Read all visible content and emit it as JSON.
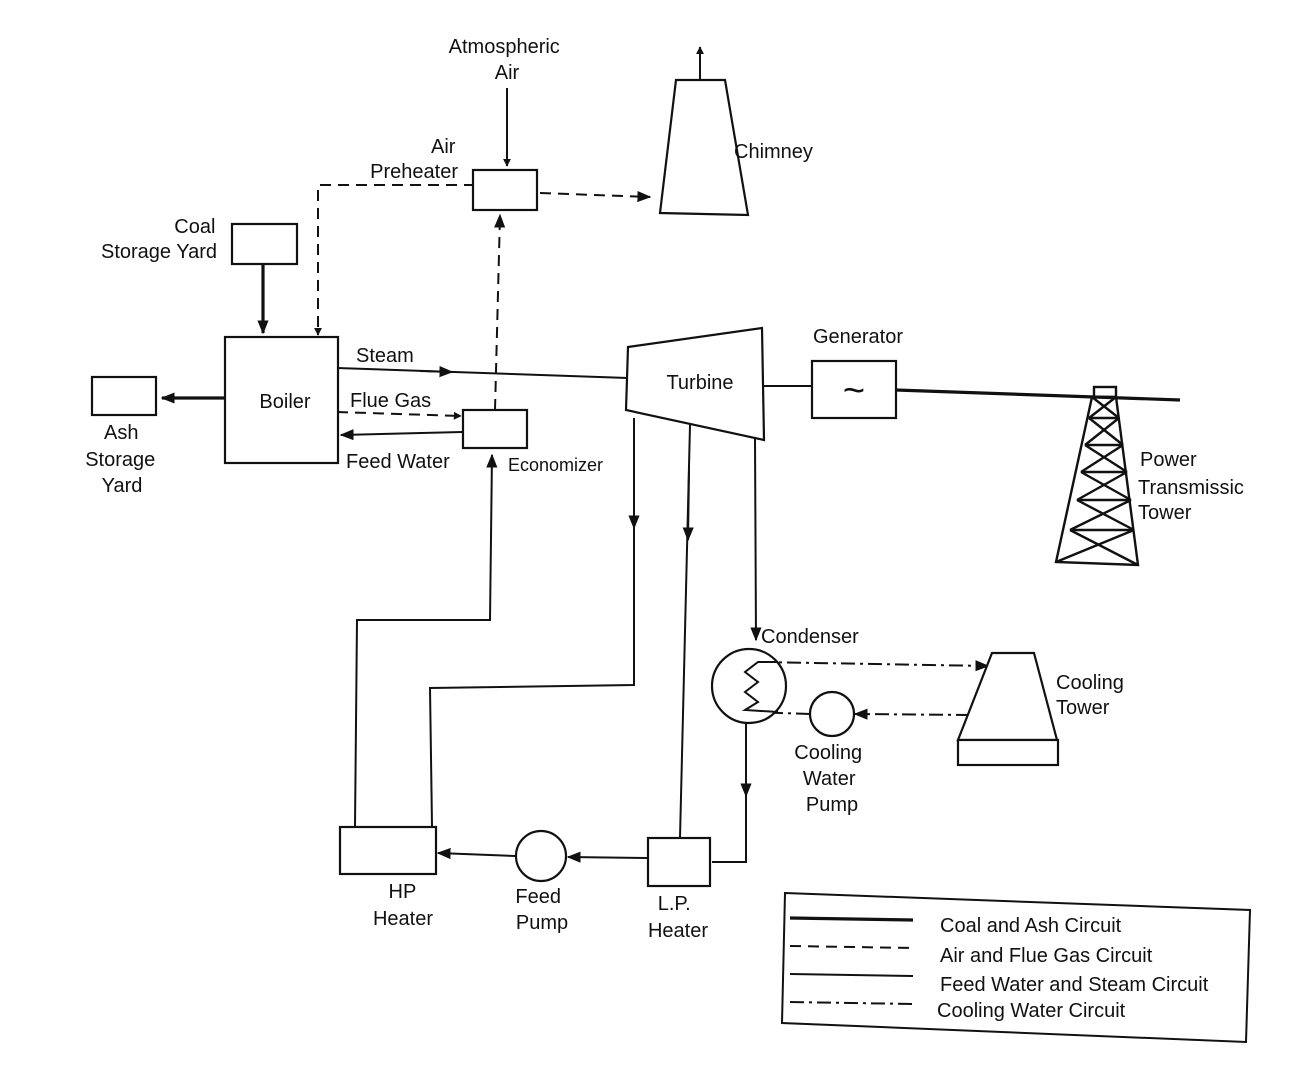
{
  "labels": {
    "atmospheric_air": [
      "Atmospheric",
      "Air"
    ],
    "air_preheater": [
      "Air",
      "Preheater"
    ],
    "chimney": "Chimney",
    "coal_storage_yard": [
      "Coal",
      "Storage Yard"
    ],
    "boiler": "Boiler",
    "ash_storage_yard": [
      "Ash",
      "Storage",
      "Yard"
    ],
    "steam": "Steam",
    "flue_gas": "Flue Gas",
    "feed_water": "Feed Water",
    "economizer": "Economizer",
    "turbine": "Turbine",
    "generator": "Generator",
    "generator_symbol": "~",
    "power_transmission_tower": [
      "Power",
      "Transmissic",
      "Tower"
    ],
    "condenser": "Condenser",
    "cooling_tower": [
      "Cooling",
      "Tower"
    ],
    "cooling_water_pump": [
      "Cooling",
      "Water",
      "Pump"
    ],
    "hp_heater": [
      "HP",
      "Heater"
    ],
    "feed_pump": [
      "Feed",
      "Pump"
    ],
    "lp_heater": [
      "L.P.",
      "Heater"
    ]
  },
  "legend": [
    {
      "label": "Coal and Ash Circuit",
      "style": "thick-solid"
    },
    {
      "label": "Air and Flue Gas Circuit",
      "style": "dashed"
    },
    {
      "label": "Feed Water and Steam Circuit",
      "style": "solid"
    },
    {
      "label": "Cooling Water Circuit",
      "style": "dash-dot"
    }
  ]
}
